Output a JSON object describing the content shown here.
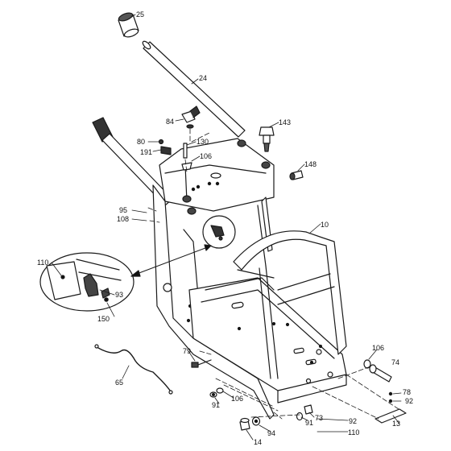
{
  "labels": {
    "p25": "25",
    "p24": "24",
    "p84": "84",
    "p143": "143",
    "p80": "80",
    "p130": "130",
    "p191": "191",
    "p106_top": "106",
    "p148": "148",
    "p95": "95",
    "p108": "108",
    "p10": "10",
    "p110_inset": "110",
    "p93": "93",
    "p150": "150",
    "p79": "79",
    "p106_right": "106",
    "p74": "74",
    "p65": "65",
    "p91_left": "91",
    "p106_bottom": "106",
    "p78": "78",
    "p92_right": "92",
    "p13": "13",
    "p91_mid": "91",
    "p73": "73",
    "p92_bottom": "92",
    "p94": "94",
    "p110_bottom": "110",
    "p14": "14"
  }
}
